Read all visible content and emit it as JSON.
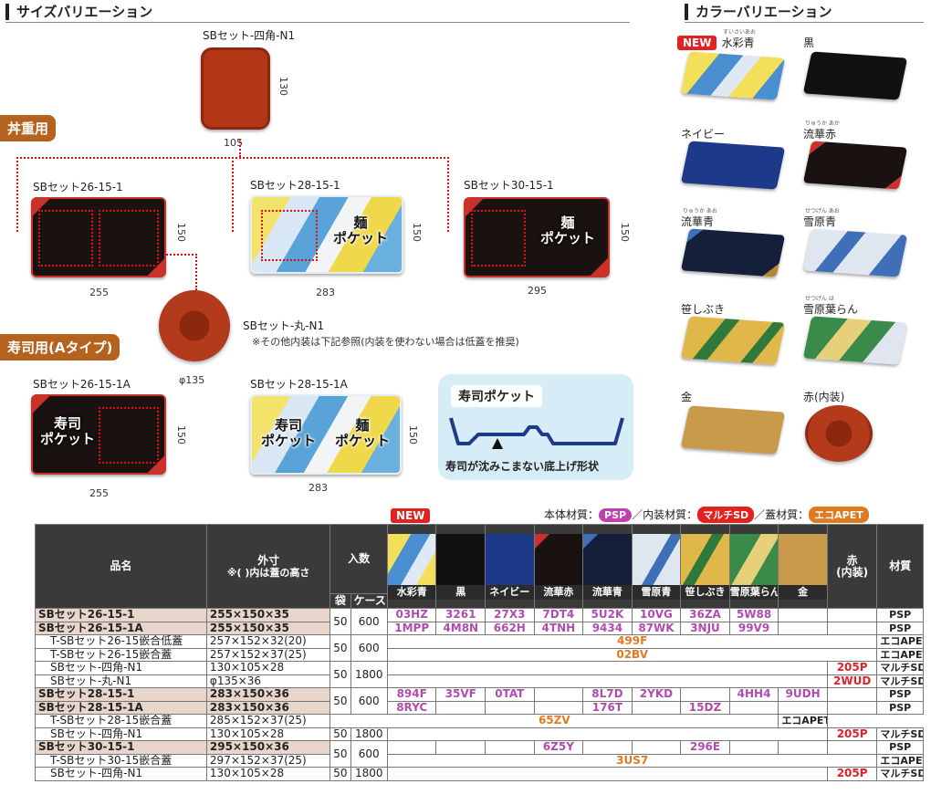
{
  "size_section": {
    "title": "サイズバリエーション"
  },
  "color_section": {
    "title": "カラーバリエーション"
  },
  "bands": {
    "donju": "丼重用",
    "sushi": "寿司用(Aタイプ)"
  },
  "products": {
    "shikaku": {
      "name": "SBセット-四角-N1",
      "w": "105",
      "h": "130"
    },
    "s26": {
      "name": "SBセット26-15-1",
      "w": "255",
      "h": "150"
    },
    "s28": {
      "name": "SBセット28-15-1",
      "w": "283",
      "h": "150",
      "pocket": "麺\nポケット"
    },
    "s30": {
      "name": "SBセット30-15-1",
      "w": "295",
      "h": "150",
      "pocket": "麺\nポケット"
    },
    "maru": {
      "name": "SBセット-丸-N1",
      "d": "φ135",
      "note": "※その他内装は下記参照(内装を使わない場合は低蓋を推奨)"
    },
    "s26a": {
      "name": "SBセット26-15-1A",
      "w": "255",
      "h": "150",
      "pocket": "寿司\nポケット"
    },
    "s28a": {
      "name": "SBセット28-15-1A",
      "w": "283",
      "h": "150",
      "pocket1": "寿司\nポケット",
      "pocket2": "麺\nポケット"
    }
  },
  "sushi_pocket": {
    "title": "寿司ポケット",
    "caption": "寿司が沈みこまない底上げ形状"
  },
  "colors": [
    {
      "name": "水彩青",
      "ruby": "すいさいあお",
      "new": "NEW",
      "c1": "#f3df5a",
      "c2": "#4a8fd0"
    },
    {
      "name": "黒",
      "ruby": "",
      "c1": "#111111",
      "c2": "#2a2a2a"
    },
    {
      "name": "ネイビー",
      "ruby": "",
      "c1": "#1d3a8a",
      "c2": "#0e2260"
    },
    {
      "name": "流華赤",
      "ruby": "りゅうか あか",
      "c1": "#1a1210",
      "c2": "#c9322b"
    },
    {
      "name": "流華青",
      "ruby": "りゅうか あお",
      "c1": "#14203a",
      "c2": "#b08a3a"
    },
    {
      "name": "雪原青",
      "ruby": "せつげん あお",
      "c1": "#dfe6ef",
      "c2": "#3f6fb8"
    },
    {
      "name": "笹しぶき",
      "ruby": "",
      "c1": "#e0b84a",
      "c2": "#2f7a3a"
    },
    {
      "name": "雪原葉らん",
      "ruby": "せつげん は",
      "c1": "#3a8a4a",
      "c2": "#e6d07a"
    },
    {
      "name": "金",
      "ruby": "",
      "c1": "#c89a4a",
      "c2": "#a87830"
    },
    {
      "name": "赤(内装)",
      "ruby": "",
      "c1": "#b33a1a",
      "c2": "#8b2a14"
    }
  ],
  "legend": {
    "new": "NEW",
    "body_label": "本体材質：",
    "body": "PSP",
    "inner_label": "／内装材質：",
    "inner": "マルチSD",
    "lid_label": "／蓋材質：",
    "lid": "エコAPET"
  },
  "table": {
    "headers": {
      "name": "品名",
      "size": "外寸",
      "size_note": "※( )内は蓋の高さ",
      "qty": "入数",
      "bag": "袋",
      "case": "ケース",
      "red_top": "赤",
      "red_bottom": "(内装)",
      "material": "材質"
    },
    "color_headers": [
      "水彩青",
      "黒",
      "ネイビー",
      "流華赤",
      "流華青",
      "雪原青",
      "笹しぶき",
      "雪原葉らん",
      "金"
    ],
    "rows": [
      {
        "name": "SBセット26-15-1",
        "size": "255×150×35",
        "bag": "50",
        "case": "600",
        "codes": [
          "03HZ",
          "3261",
          "27X3",
          "7DT4",
          "5U2K",
          "10VG",
          "36ZA",
          "5W88",
          ""
        ],
        "red": "",
        "mat": "PSP",
        "main": true
      },
      {
        "name": "SBセット26-15-1A",
        "size": "255×150×35",
        "codes": [
          "1MPP",
          "4M8N",
          "662H",
          "4TNH",
          "9434",
          "87WK",
          "3NJU",
          "99V9",
          ""
        ],
        "red": "",
        "mat": "PSP",
        "main": true
      },
      {
        "name": "T-SBセット26-15嵌合低蓋",
        "size": "257×152×32(20)",
        "bag": "50",
        "case": "600",
        "span": "499F",
        "mat": "エコAPET"
      },
      {
        "name": "T-SBセット26-15嵌合蓋",
        "size": "257×152×37(25)",
        "span": "02BV",
        "mat": "エコAPET"
      },
      {
        "name": "SBセット-四角-N1",
        "size": "130×105×28",
        "bag": "50",
        "case": "1800",
        "red": "205P",
        "mat": "マルチSD"
      },
      {
        "name": "SBセット-丸-N1",
        "size": "φ135×36",
        "red": "2WUD",
        "mat": "マルチSD"
      },
      {
        "name": "SBセット28-15-1",
        "size": "283×150×36",
        "bag": "50",
        "case": "600",
        "codes": [
          "894F",
          "35VF",
          "0TAT",
          "",
          "8L7D",
          "2YKD",
          "",
          "4HH4",
          "9UDH"
        ],
        "red": "",
        "mat": "PSP",
        "main": true
      },
      {
        "name": "SBセット28-15-1A",
        "size": "283×150×36",
        "codes": [
          "8RYC",
          "",
          "",
          "",
          "176T",
          "",
          "15DZ",
          "",
          ""
        ],
        "red": "",
        "mat": "PSP",
        "main": true
      },
      {
        "name": "T-SBセット28-15嵌合蓋",
        "size": "285×152×37(25)",
        "span": "65ZV",
        "mat": "エコAPET"
      },
      {
        "name": "SBセット-四角-N1",
        "size": "130×105×28",
        "bag": "50",
        "case": "1800",
        "red": "205P",
        "mat": "マルチSD"
      },
      {
        "name": "SBセット30-15-1",
        "size": "295×150×36",
        "bag": "50",
        "case": "600",
        "codes": [
          "",
          "",
          "",
          "6Z5Y",
          "",
          "",
          "296E",
          "",
          ""
        ],
        "red": "",
        "mat": "PSP",
        "main": true
      },
      {
        "name": "T-SBセット30-15嵌合蓋",
        "size": "297×152×37(25)",
        "span": "3US7",
        "mat": "エコAPET"
      },
      {
        "name": "SBセット-四角-N1",
        "size": "130×105×28",
        "bag": "50",
        "case": "1800",
        "red": "205P",
        "mat": "マルチSD"
      }
    ]
  }
}
